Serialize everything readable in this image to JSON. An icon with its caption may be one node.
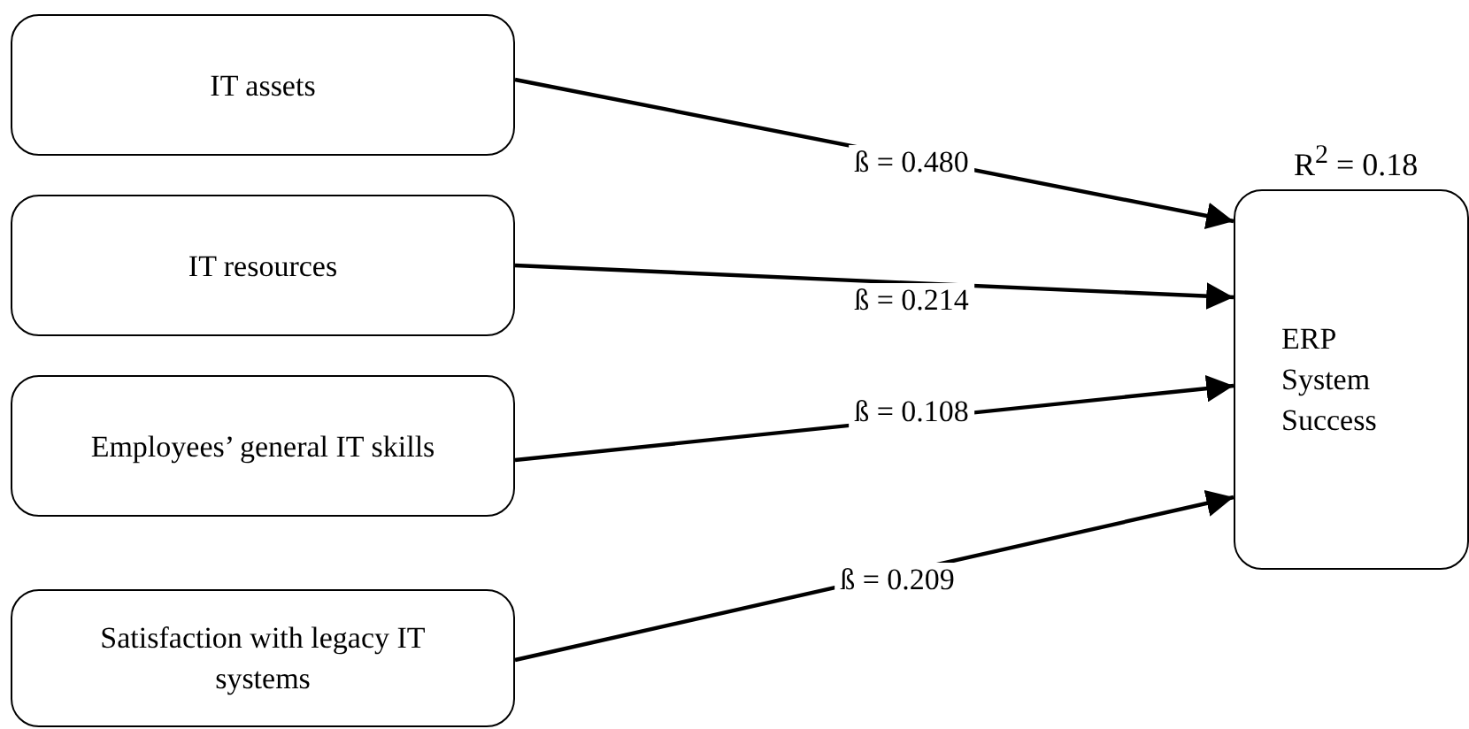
{
  "diagram": {
    "nodes": [
      {
        "text": [
          "IT assets"
        ]
      },
      {
        "text": [
          "IT resources"
        ]
      },
      {
        "text": [
          "Employees’ general IT skills"
        ]
      },
      {
        "text": [
          "Satisfaction with legacy IT systems"
        ]
      },
      {
        "text": [
          "ERP System Success"
        ],
        "beside": [
          "R$^{2}$ = 0.18"
        ]
      }
    ],
    "edges": [
      {
        "from": 0,
        "to": 4,
        "arrow": "to",
        "label": "ß = 0.480"
      },
      {
        "from": 1,
        "to": 4,
        "arrow": "to",
        "label": "ß = 0.214"
      },
      {
        "from": 2,
        "to": 4,
        "arrow": "to",
        "label": "ß = 0.108"
      },
      {
        "from": 3,
        "to": 4,
        "arrow": "to",
        "label": "ß = 0.209"
      }
    ]
  }
}
